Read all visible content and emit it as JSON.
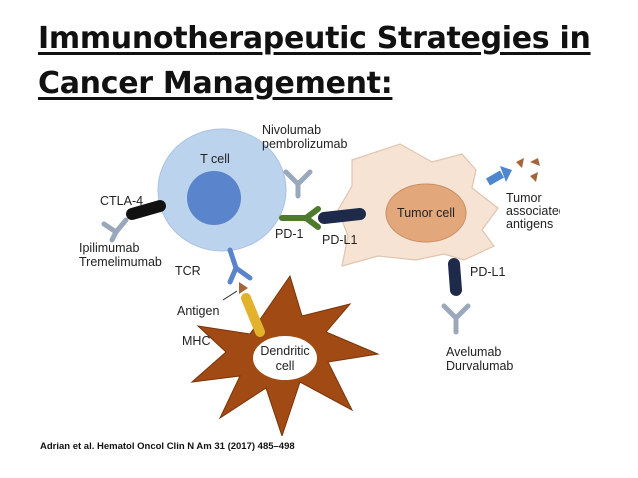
{
  "title": {
    "line1": "Immunotherapeutic Strategies in",
    "line2": "Cancer Management:"
  },
  "diagram": {
    "t_cell": "T cell",
    "tumor_cell": "Tumor cell",
    "dendritic_line1": "Dendritic",
    "dendritic_line2": "cell",
    "nivolumab": "Nivolumab",
    "pembrolizumab": "pembrolizumab",
    "ctla4": "CTLA-4",
    "ipilimumab": "Ipilimumab",
    "tremelimumab": "Tremelimumab",
    "pd1": "PD-1",
    "pdl1_top": "PD-L1",
    "pdl1_bottom": "PD-L1",
    "tcr": "TCR",
    "antigen": "Antigen",
    "mhc": "MHC",
    "tumor_antigen_line1": "Tumor",
    "tumor_antigen_line2": "associated",
    "tumor_antigen_line3": "antigens",
    "avelumab": "Avelumab",
    "durvalumab": "Durvalumab"
  },
  "colors": {
    "t_cell_outer": "#bcd3ee",
    "t_cell_nucleus": "#5a84cc",
    "tumor_body": "#f6e3d3",
    "tumor_nucleus": "#e2a87c",
    "dendritic_body": "#a14a14",
    "antibody_gray": "#9aa8bc",
    "pd1_green": "#4e7a2c",
    "navy": "#1e2a4a",
    "tcr_blue": "#5a84cc",
    "mhc_yellow": "#e2b22c",
    "antigen_brown": "#a4653a",
    "arrow_blue": "#4f86cf"
  },
  "citation": "Adrian et al. Hematol Oncol Clin N Am 31 (2017) 485–498"
}
